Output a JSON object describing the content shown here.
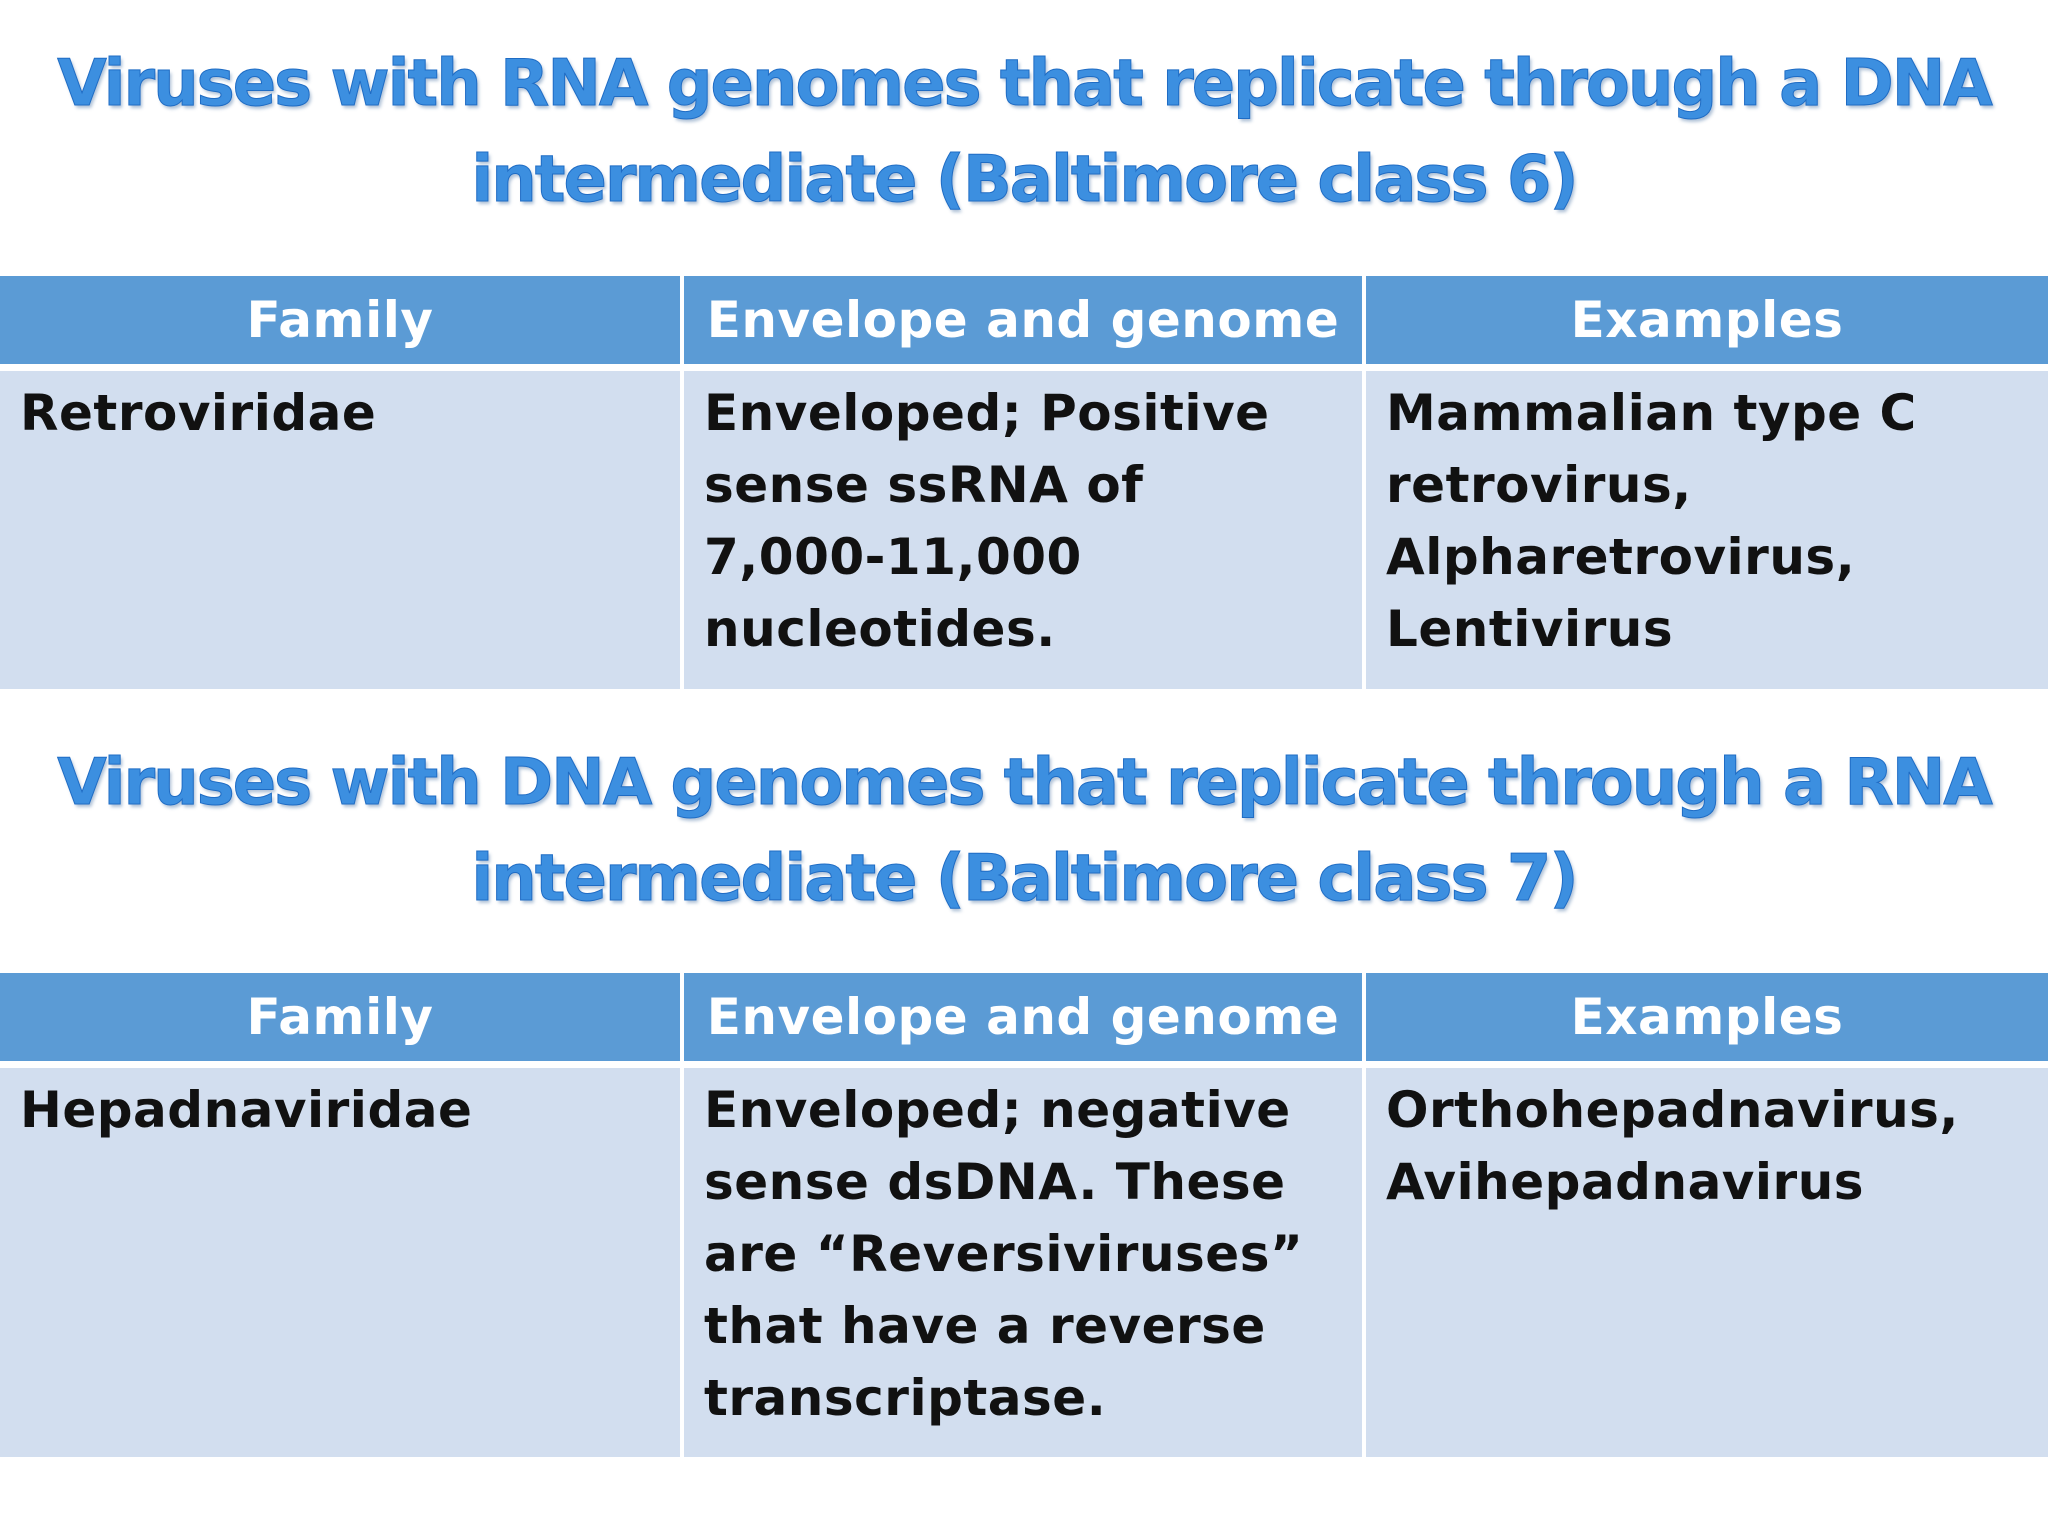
{
  "section1": {
    "title_line1": "Viruses with RNA genomes that replicate through a DNA",
    "title_line2": "intermediate (Baltimore class 6)",
    "headers": [
      "Family",
      "Envelope and genome",
      "Examples"
    ],
    "row": {
      "family": "Retroviridae",
      "envelope_genome": "Enveloped; Positive sense ssRNA of 7,000-11,000 nucleotides.",
      "examples": "Mammalian type C retrovirus, Alpharetrovirus, Lentivirus"
    }
  },
  "section2": {
    "title_line1": "Viruses with DNA genomes that replicate through a RNA",
    "title_line2": "intermediate (Baltimore class 7)",
    "headers": [
      "Family",
      "Envelope and genome",
      "Examples"
    ],
    "row": {
      "family": "Hepadnaviridae",
      "envelope_genome": "Enveloped; negative sense dsDNA. These are “Reversiviruses” that have a reverse transcriptase.",
      "examples": "Orthohepadnavirus, Avihepadnavirus"
    }
  },
  "colors": {
    "title": "#3c8fe0",
    "header_bg": "#5b9bd5",
    "cell_bg": "#d2deef",
    "header_text": "#ffffff",
    "cell_text": "#111111"
  }
}
